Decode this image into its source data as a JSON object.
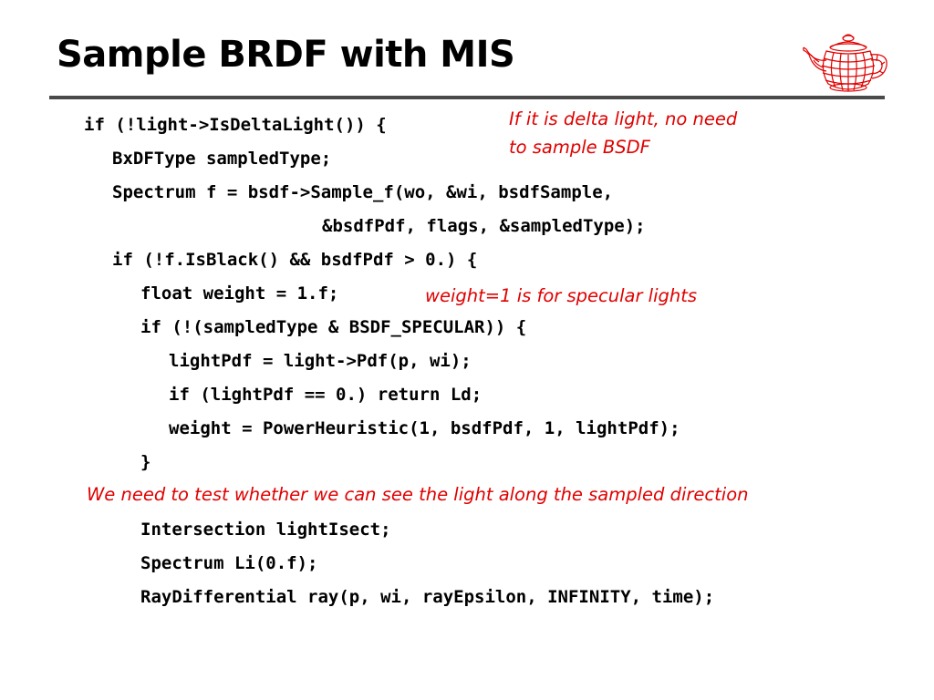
{
  "slide": {
    "title": "Sample BRDF with MIS",
    "logo_icon": "wireframe-teapot-icon",
    "accent_color": "#e00000"
  },
  "code": [
    "if (!light->IsDeltaLight()) {",
    "BxDFType sampledType;",
    "Spectrum f = bsdf->Sample_f(wo, &wi, bsdfSample,",
    "&bsdfPdf, flags, &sampledType);",
    "if (!f.IsBlack() && bsdfPdf > 0.) {",
    "float weight = 1.f;",
    "if (!(sampledType & BSDF_SPECULAR)) {",
    "lightPdf = light->Pdf(p, wi);",
    "if (lightPdf == 0.) return Ld;",
    "weight = PowerHeuristic(1, bsdfPdf, 1, lightPdf);",
    "}",
    "Intersection lightIsect;",
    "Spectrum Li(0.f);",
    "RayDifferential ray(p, wi, rayEpsilon, INFINITY, time);"
  ],
  "notes": {
    "delta_light_line1": "If it is delta light, no need",
    "delta_light_line2": "to sample BSDF",
    "specular_weight": "weight=1 is for specular lights",
    "visibility_test": "We need to test whether we can see the light along the sampled direction"
  }
}
